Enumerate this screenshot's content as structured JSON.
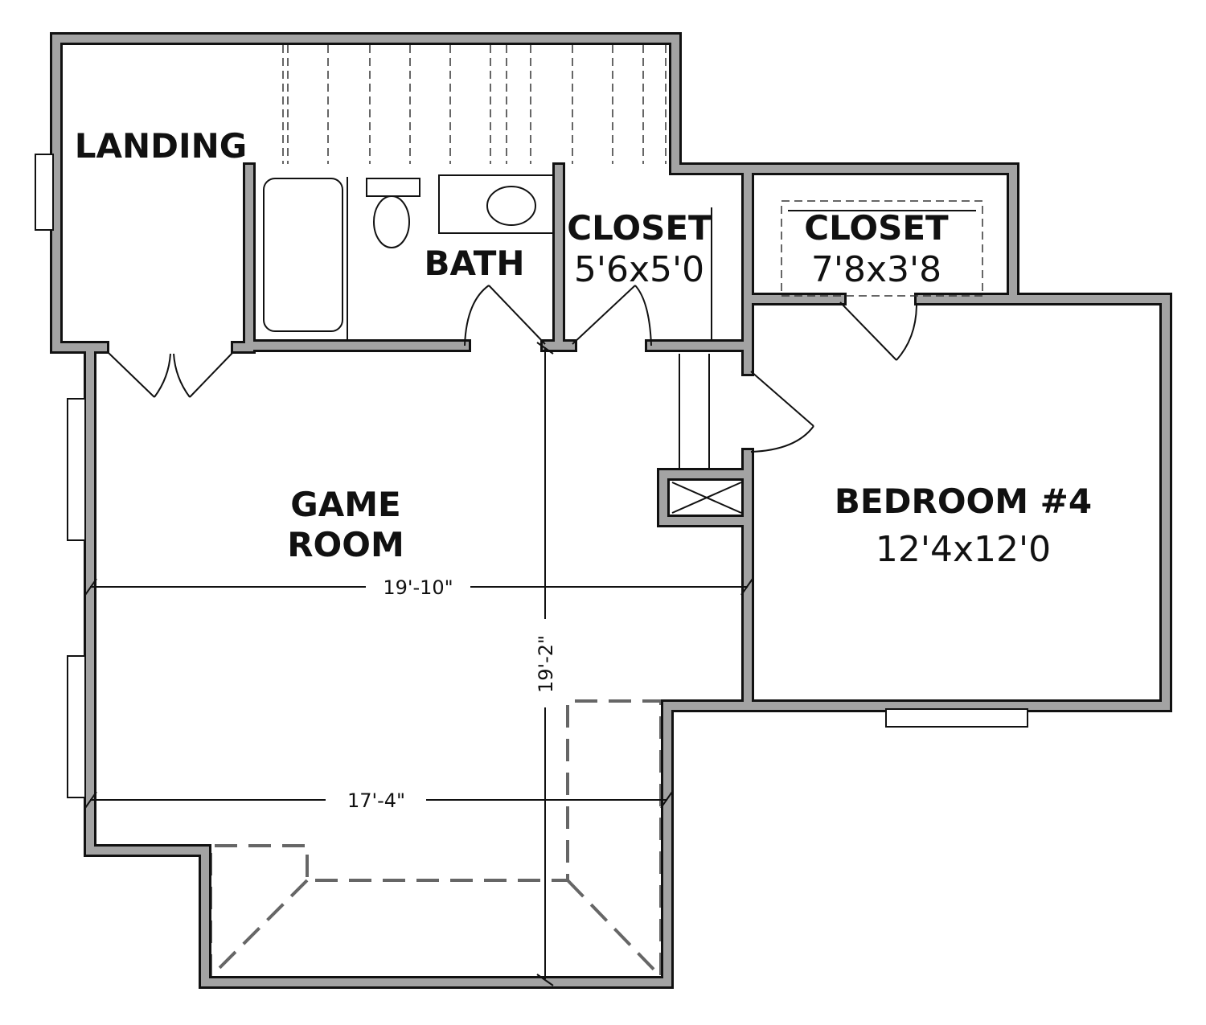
{
  "rooms": {
    "landing": {
      "name": "LANDING"
    },
    "bath": {
      "name": "BATH"
    },
    "closet1": {
      "name": "CLOSET",
      "size": "5'6x5'0"
    },
    "closet2": {
      "name": "CLOSET",
      "size": "7'8x3'8"
    },
    "game_room": {
      "name_line1": "GAME",
      "name_line2": "ROOM"
    },
    "bedroom4": {
      "name": "BEDROOM #4",
      "size": "12'4x12'0"
    }
  },
  "dimensions": {
    "game_width": "19'-10\"",
    "game_depth": "19'-2\"",
    "game_lower_width": "17'-4\""
  },
  "colors": {
    "wall_fill": "#a3a3a3",
    "wall_outline": "#111111",
    "hidden_line": "#666666"
  }
}
